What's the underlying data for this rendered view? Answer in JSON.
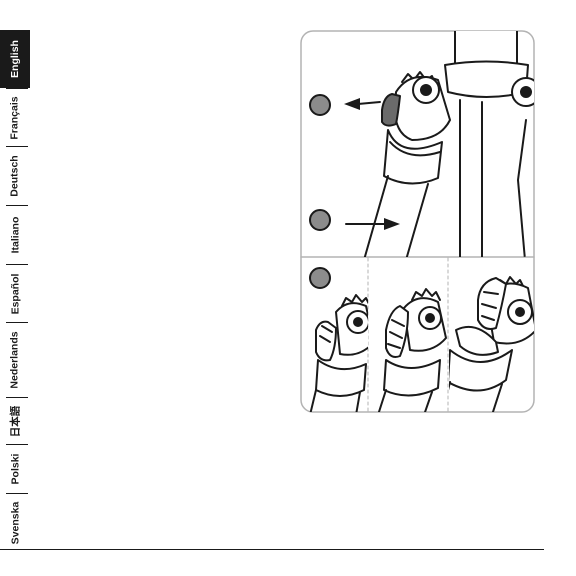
{
  "languages": [
    {
      "label": "English",
      "active": true
    },
    {
      "label": "Français",
      "active": false
    },
    {
      "label": "Deutsch",
      "active": false
    },
    {
      "label": "Italiano",
      "active": false
    },
    {
      "label": "Español",
      "active": false
    },
    {
      "label": "Nederlands",
      "active": false
    },
    {
      "label": "日本語",
      "active": false
    },
    {
      "label": "Polski",
      "active": false
    },
    {
      "label": "Svenska",
      "active": false
    }
  ],
  "footer": {
    "fragment": ""
  },
  "illustration": {
    "colors": {
      "line": "#1a1a1a",
      "marker": "#8c8c8c",
      "frame": "#b3b3b3",
      "fill": "#ffffff"
    },
    "steps": [
      "step-1",
      "step-2",
      "step-3"
    ]
  }
}
